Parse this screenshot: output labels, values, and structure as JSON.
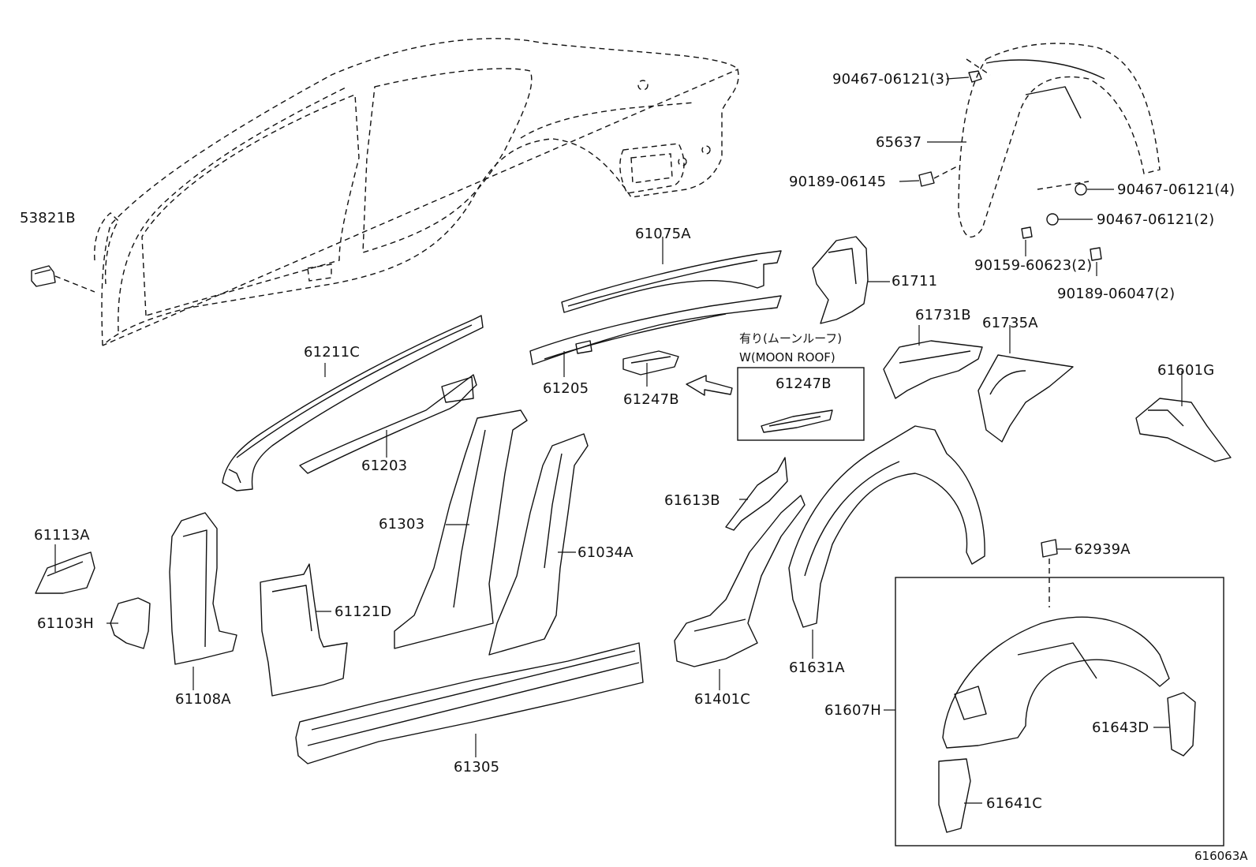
{
  "diagram_id": "616063A",
  "moon_roof_note": {
    "jp": "有り(ムーンルーフ)",
    "en": "W(MOON ROOF)"
  },
  "labels": {
    "p53821B": "53821B",
    "p61211C": "61211C",
    "p61203": "61203",
    "p61075A": "61075A",
    "p61205": "61205",
    "p61247B_a": "61247B",
    "p61247B_b": "61247B",
    "p61711": "61711",
    "p61731B": "61731B",
    "p61735A": "61735A",
    "p61601G": "61601G",
    "p65637": "65637",
    "p90467_3": "90467-06121(3)",
    "p90189_06145": "90189-06145",
    "p90467_4": "90467-06121(4)",
    "p90467_2": "90467-06121(2)",
    "p90159": "90159-60623(2)",
    "p90189_06047": "90189-06047(2)",
    "p61113A": "61113A",
    "p61103H": "61103H",
    "p61108A": "61108A",
    "p61121D": "61121D",
    "p61303": "61303",
    "p61034A": "61034A",
    "p61305": "61305",
    "p61613B": "61613B",
    "p61401C": "61401C",
    "p61631A": "61631A",
    "p62939A": "62939A",
    "p61607H": "61607H",
    "p61643D": "61643D",
    "p61641C": "61641C"
  }
}
